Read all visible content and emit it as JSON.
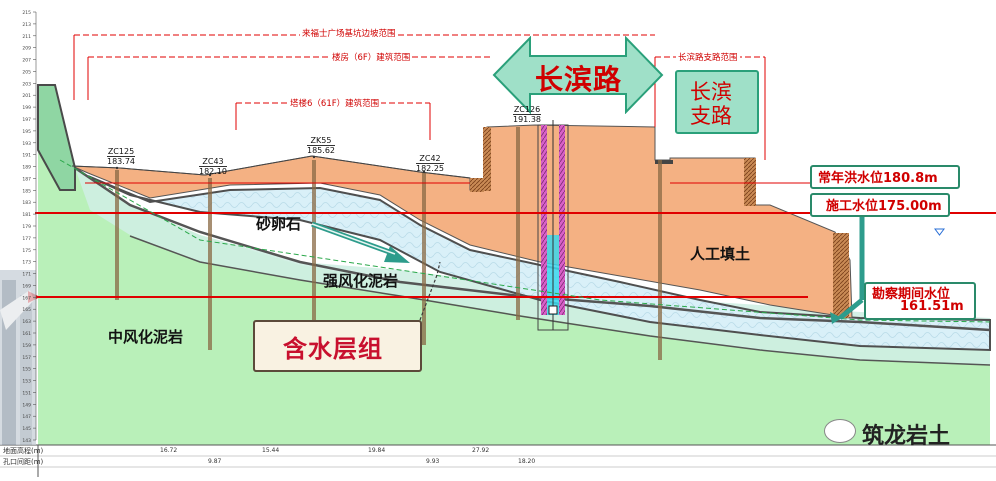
{
  "ranges": {
    "plaza": "来福士广场基坑边坡范围",
    "housing": "楼房（6F）建筑范围",
    "tower": "塔楼6（61F）建筑范围",
    "branch": "长滨路支路范围"
  },
  "roads": {
    "main": "长滨路",
    "branch_line1": "长滨",
    "branch_line2": "支路"
  },
  "boreholes": [
    {
      "id": "ZC125",
      "elev": "183.74"
    },
    {
      "id": "ZC43",
      "elev": "182.10"
    },
    {
      "id": "ZK55",
      "elev": "185.62"
    },
    {
      "id": "ZC42",
      "elev": "182.25"
    },
    {
      "id": "ZC126",
      "elev": "191.38"
    }
  ],
  "water": {
    "flood": "常年洪水位180.8m",
    "construction": "施工水位175.00m",
    "survey_line1": "勘察期间水位",
    "survey_line2": "161.51m"
  },
  "layers": {
    "gravel": "砂卵石",
    "strong": "强风化泥岩",
    "medium": "中风化泥岩",
    "fill": "人工填土"
  },
  "aquifer": "含水层组",
  "watermark": "筑龙岩土",
  "table_rows": [
    "地面高程(m)",
    "孔口间距(m)"
  ],
  "table_values": [
    "16.72",
    "9.87",
    "15.44",
    "19.84",
    "9.93",
    "27.92",
    "18.20"
  ],
  "axis_ticks": [
    "215",
    "213",
    "211",
    "209",
    "207",
    "205",
    "203",
    "201",
    "199",
    "197",
    "195",
    "193",
    "191",
    "189",
    "187",
    "185",
    "183",
    "181",
    "179",
    "177",
    "175",
    "173",
    "171",
    "169",
    "167",
    "165",
    "163",
    "161",
    "159",
    "157",
    "155",
    "153",
    "151",
    "149",
    "147",
    "145",
    "143"
  ],
  "colors": {
    "fill_orange": "#f4b183",
    "gravel_blue": "#d6eef7",
    "rock_green": "#b9f0b9",
    "red_line": "#e00000",
    "arrow_teal": "#2e9c8c",
    "banner_green": "#9fe0c8"
  }
}
